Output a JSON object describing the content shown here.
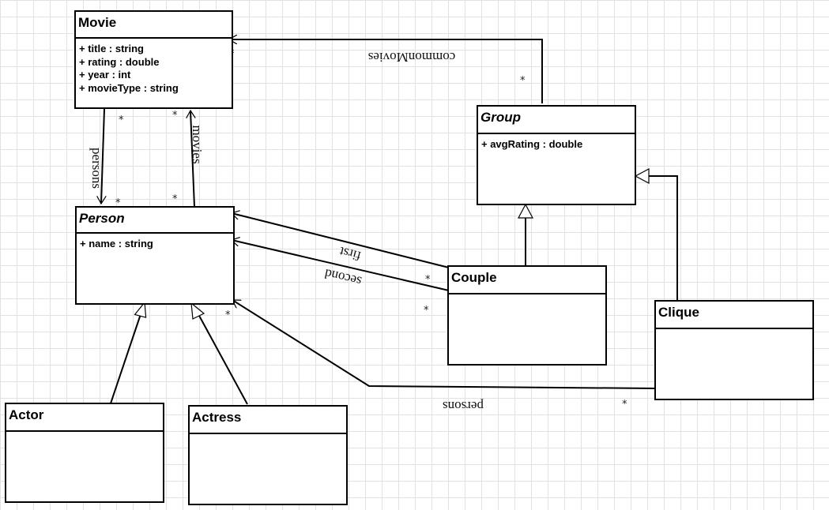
{
  "classes": {
    "movie": {
      "name": "Movie",
      "abstract": false,
      "attributes": [
        "+ title : string",
        "+ rating : double",
        "+ year : int",
        "+ movieType : string"
      ]
    },
    "person": {
      "name": "Person",
      "abstract": true,
      "attributes": [
        "+ name : string"
      ]
    },
    "group": {
      "name": "Group",
      "abstract": true,
      "attributes": [
        "+ avgRating : double"
      ]
    },
    "couple": {
      "name": "Couple",
      "abstract": false,
      "attributes": []
    },
    "clique": {
      "name": "Clique",
      "abstract": false,
      "attributes": []
    },
    "actor": {
      "name": "Actor",
      "abstract": false,
      "attributes": []
    },
    "actress": {
      "name": "Actress",
      "abstract": false,
      "attributes": []
    }
  },
  "associations": {
    "common_movies": "commonMovies",
    "persons_movie": "persons",
    "movies": "movies",
    "first": "first",
    "second": "second",
    "persons_clique": "persons"
  },
  "multiplicity": "*"
}
